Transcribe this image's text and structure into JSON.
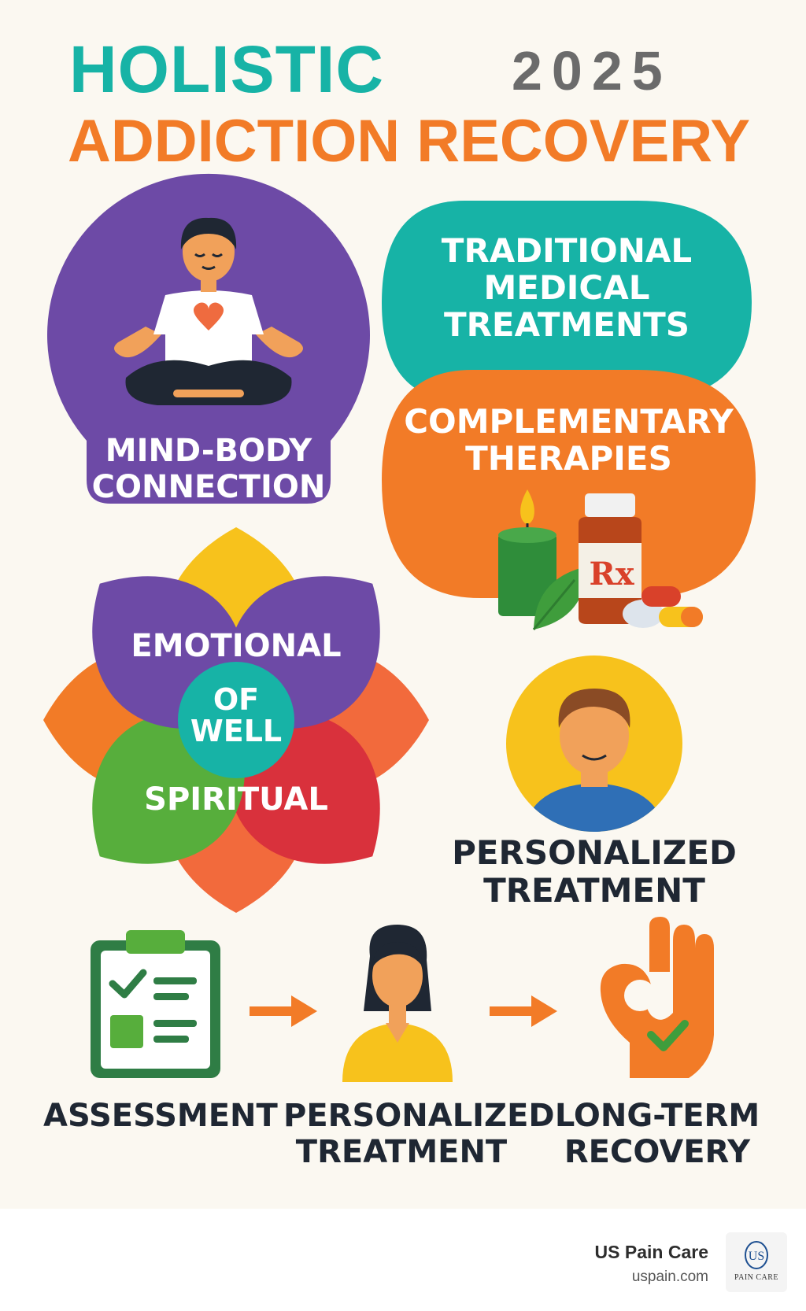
{
  "title": {
    "line1": "HOLISTIC",
    "year": "2025",
    "line2": "ADDICTION RECOVERY"
  },
  "mind_body": {
    "line1": "MIND-BODY",
    "line2": "CONNECTION",
    "color": "#6d4aa6"
  },
  "traditional": {
    "line1": "TRADITIONAL",
    "line2": "MEDICAL",
    "line3": "TREATMENTS",
    "color": "#17b3a6"
  },
  "complementary": {
    "line1": "COMPLEMENTARY",
    "line2": "THERAPIES",
    "color": "#f27b27",
    "rx_label": "Rx"
  },
  "flower": {
    "top_label": "EMOTIONAL",
    "center_line1": "OF",
    "center_line2": "WELL",
    "bottom_label": "SPIRITUAL"
  },
  "personalized": {
    "line1": "PERSONALIZED",
    "line2": "TREATMENT"
  },
  "steps": [
    {
      "line1": "ASSESSMENT",
      "icon": "checklist-clipboard-icon"
    },
    {
      "line1": "PERSONALIZED",
      "line2": "TREATMENT",
      "icon": "woman-avatar-icon"
    },
    {
      "line1": "LONG-TERM",
      "line2": "RECOVERY",
      "icon": "ok-hand-icon"
    }
  ],
  "footer": {
    "brand": "US Pain Care",
    "url": "uspain.com",
    "logo_mark": "US",
    "logo_text": "PAIN CARE"
  }
}
